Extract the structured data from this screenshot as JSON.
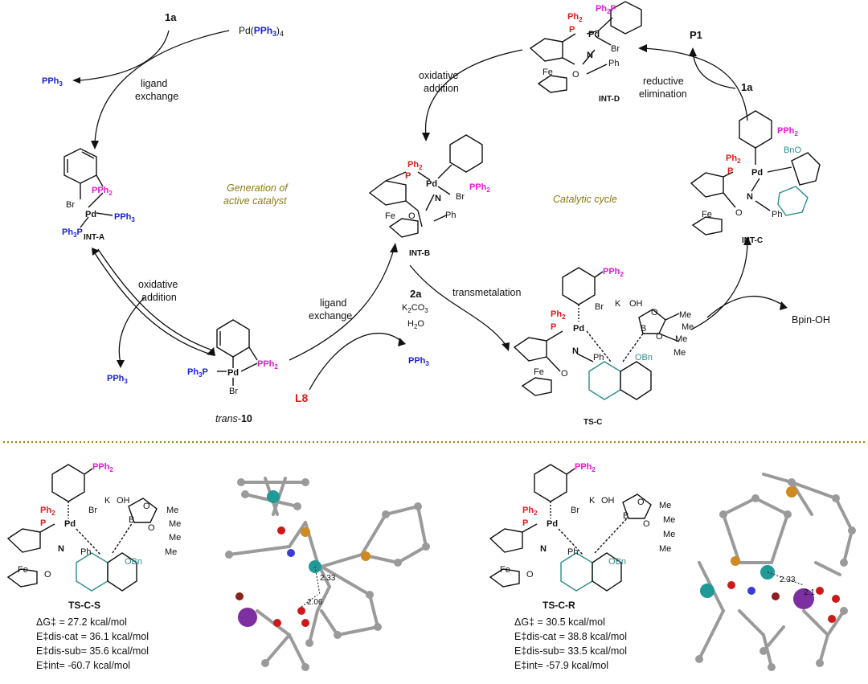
{
  "top": {
    "reactant_1a": "1a",
    "pd_source": "Pd(PPh3)4",
    "pph3_released_top": "PPh3",
    "ligand_exchange_1": "ligand",
    "ligand_exchange_2": "exchange",
    "generation_1": "Generation of",
    "generation_2": "active catalyst",
    "catalytic_cycle": "Catalytic cycle",
    "oxidative_add_left_1": "oxidative",
    "oxidative_add_left_2": "addition",
    "pph3_released_left": "PPh3",
    "oxidative_add_top_1": "oxidative",
    "oxidative_add_top_2": "addition",
    "reductive_1": "reductive",
    "reductive_2": "elimination",
    "p1": "P1",
    "reactant_1a_right": "1a",
    "ligand_exchange_mid_1": "ligand",
    "ligand_exchange_mid_2": "exchange",
    "reagent_2a": "2a",
    "k2co3": "K2CO3",
    "h2o": "H2O",
    "pph3_released_mid": "PPh3",
    "transmetalation": "transmetalation",
    "bpin_oh": "Bpin-OH",
    "l8": "L8",
    "int_a": "INT-A",
    "int_b": "INT-B",
    "int_c": "INT-C",
    "int_d": "INT-D",
    "ts_c": "TS-C",
    "trans10_prefix": "trans-",
    "trans10_num": "10"
  },
  "chem_labels": {
    "pph2": "PPh2",
    "ph2": "Ph2",
    "p": "P",
    "pd": "Pd",
    "br": "Br",
    "pph3": "PPh3",
    "ph3p": "Ph3P",
    "n": "N",
    "o": "O",
    "fe": "Fe",
    "ph": "Ph",
    "bno": "BnO",
    "obn": "OBn",
    "b": "B",
    "me": "Me",
    "kh": "K",
    "oh": "OH"
  },
  "bottom": {
    "ts_cs": {
      "name": "TS-C-S",
      "dg": "ΔG‡ = 27.2 kcal/mol",
      "dis_cat": "E‡dis-cat = 36.1 kcal/mol",
      "dis_sub": "E‡dis-sub= 35.6 kcal/mol",
      "int": "E‡int= -60.7 kcal/mol",
      "dist1": "2.33",
      "dist2": "2.06"
    },
    "ts_cr": {
      "name": "TS-C-R",
      "dg": "ΔG‡ = 30.5 kcal/mol",
      "dis_cat": "E‡dis-cat = 38.8 kcal/mol",
      "dis_sub": "E‡dis-sub= 33.5 kcal/mol",
      "int": "E‡int= -57.9 kcal/mol",
      "dist1": "2.33",
      "dist2": "2.1"
    }
  },
  "colors": {
    "red": "#e21b1b",
    "blue": "#1a22d6",
    "magenta": "#e419d6",
    "teal": "#2e8c8c",
    "olive_divider": "#9a8a10",
    "italic_label": "#8a7a10"
  }
}
